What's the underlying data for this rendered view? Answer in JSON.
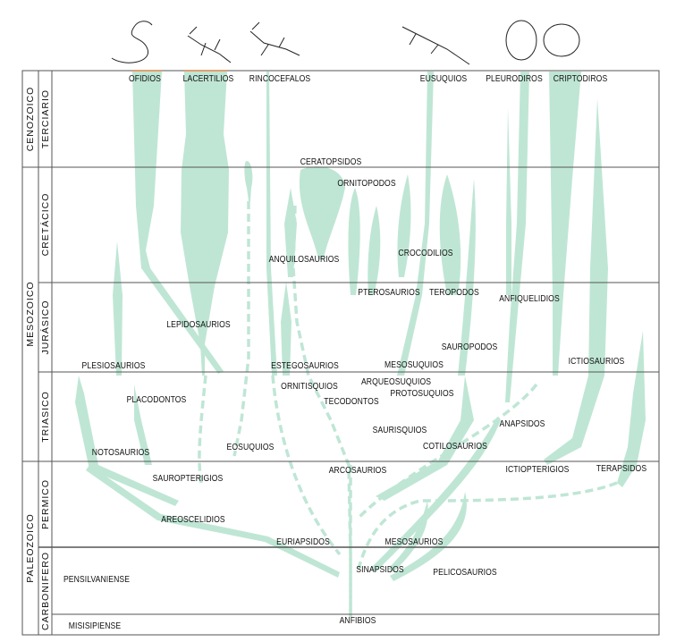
{
  "colors": {
    "branch": "#bfe6d5",
    "line": "#555555",
    "accent": "#e0a070"
  },
  "eras": [
    {
      "name": "CENOZOICO"
    },
    {
      "name": "MESOZOICO"
    },
    {
      "name": "PALEOZOICO"
    }
  ],
  "periods": [
    {
      "name": "TERCIARIO"
    },
    {
      "name": "CRETÁCICO"
    },
    {
      "name": "JURÁSICO"
    },
    {
      "name": "TRIASICO"
    },
    {
      "name": "PERMICO"
    },
    {
      "name": "CARBONIFERO"
    }
  ],
  "subperiods": [
    {
      "name": "PENSILVANIENSE"
    },
    {
      "name": "MISISIPIENSE"
    }
  ],
  "groups": {
    "ofidios": "OFIDIOS",
    "lacertilios": "LACERTILIOS",
    "rincocefalos": "RINCOCEFALOS",
    "eusuquios": "EUSUQUIOS",
    "pleurodiros": "PLEURODIROS",
    "criptodiros": "CRIPTODIROS",
    "ceratopsidos": "CERATOPSIDOS",
    "ornitopodos": "ORNITOPODOS",
    "anquilosaurios": "ANQUILOSAURIOS",
    "crocodilios": "CROCODILIOS",
    "pterosaurios": "PTEROSAURIOS",
    "teropodos": "TEROPODOS",
    "anfiquelidios": "ANFIQUELIDIOS",
    "lepidosaurios": "LEPIDOSAURIOS",
    "sauropodos": "SAUROPODOS",
    "plesiosaurios": "PLESIOSAURIOS",
    "estegosaurios": "ESTEGOSAURIOS",
    "mesosuquios": "MESOSUQUIOS",
    "ictiosaurios": "ICTIOSAURIOS",
    "ornitisquios": "ORNITISQUIOS",
    "arqueosuquios": "ARQUEOSUQUIOS",
    "protosuquios": "PROTOSUQUIOS",
    "placodontos": "PLACODONTOS",
    "tecodontos": "TECODONTOS",
    "anapsidos": "ANAPSIDOS",
    "saurisquios": "SAURISQUIOS",
    "notosaurios": "NOTOSAURIOS",
    "eosuquios": "EOSUQUIOS",
    "cotilosaurios": "COTILOSAURIOS",
    "arcosaurios": "ARCOSAURIOS",
    "ictiopterigios": "ICTIOPTERIGIOS",
    "terapsidos": "TERAPSIDOS",
    "sauropterigios": "SAUROPTERIGIOS",
    "areoscelidios": "AREOSCELIDIOS",
    "euriapsidos": "EURIAPSIDOS",
    "mesosaurios": "MESOSAURIOS",
    "sinapsidos": "SINAPSIDOS",
    "pelicosaurios": "PELICOSAURIOS",
    "anfibios": "ANFIBIOS"
  }
}
